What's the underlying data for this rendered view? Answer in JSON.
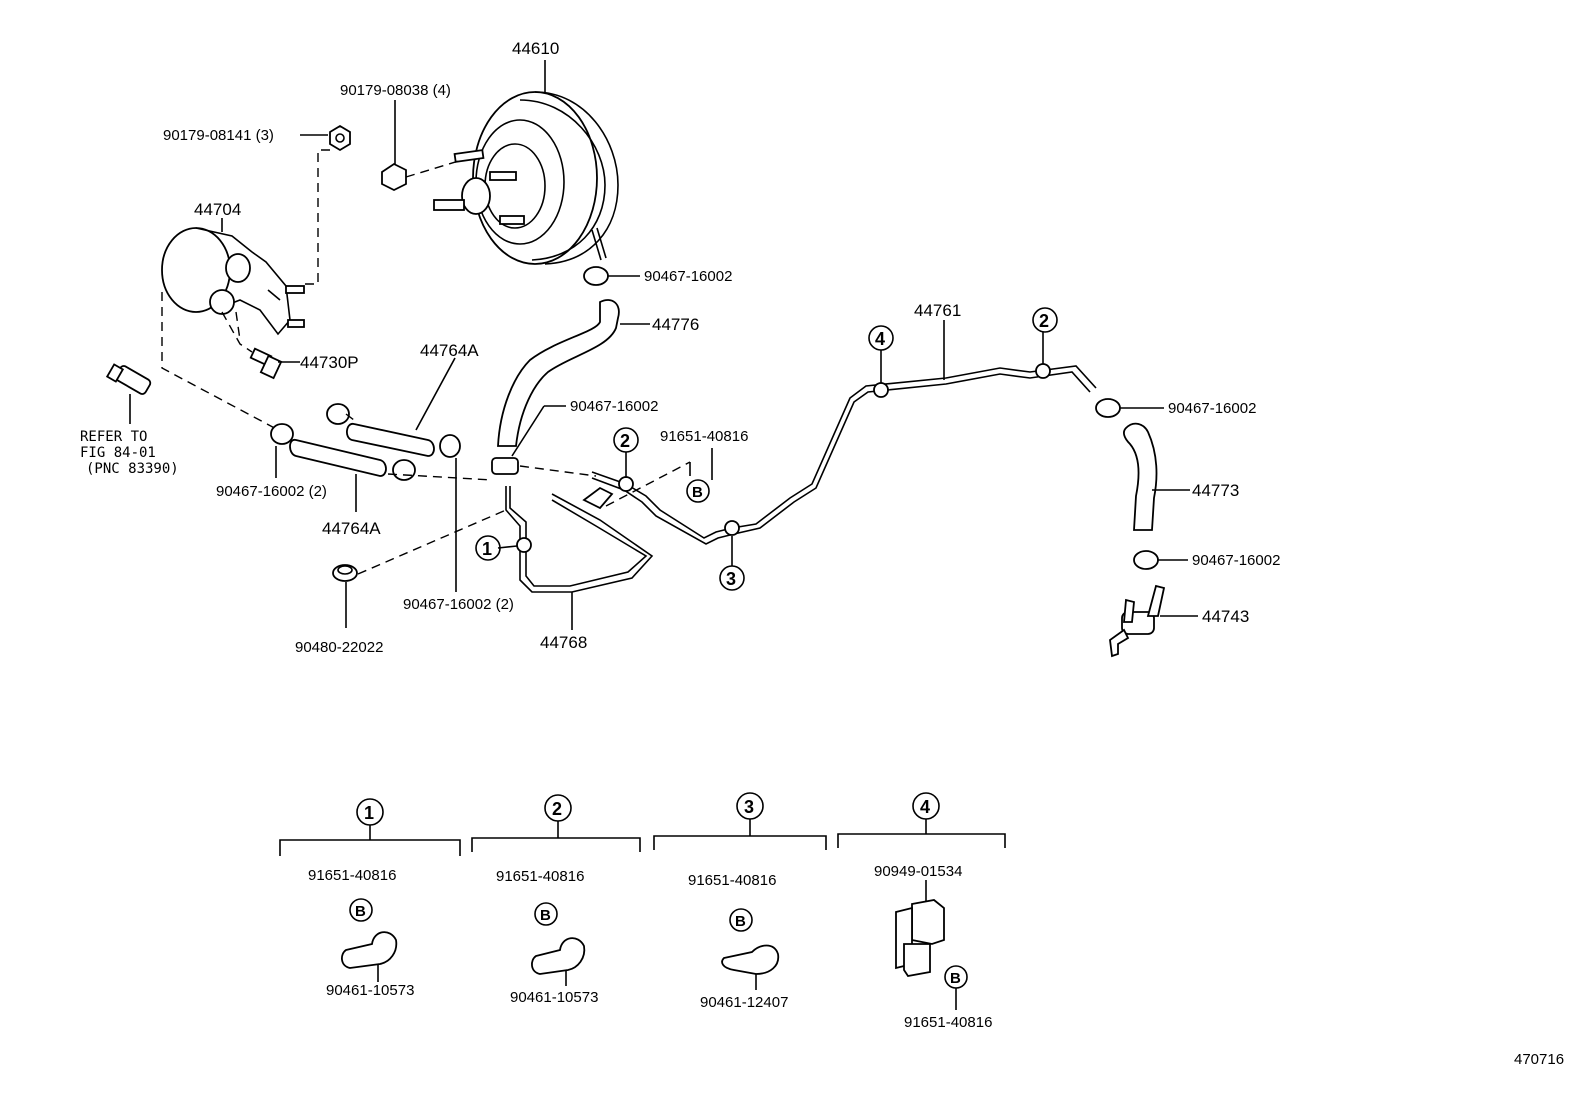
{
  "labels": {
    "booster": "44610",
    "bolt4": "90179-08038 (4)",
    "nut3": "90179-08141 (3)",
    "pump": "44704",
    "valve_44730p": "44730P",
    "refer_line1": "REFER TO",
    "refer_line2": "FIG 84-01",
    "refer_line3": "(PNC 83390)",
    "hose_44764a_top": "44764A",
    "hose_44764a_bottom": "44764A",
    "clamp_left_2": "90467-16002 (2)",
    "clamp_mid_2": "90467-16002 (2)",
    "grommet": "90480-22022",
    "clamp_booster": "90467-16002",
    "hose_44776": "44776",
    "clamp_44776_lower": "90467-16002",
    "bolt_b_top": "91651-40816",
    "tube_44768": "44768",
    "pipe_44761": "44761",
    "clamp_right_top": "90467-16002",
    "hose_44773": "44773",
    "clamp_right_bottom": "90467-16002",
    "valve_44743": "44743",
    "diagram_id": "470716"
  },
  "callouts": [
    "1",
    "2",
    "3",
    "4"
  ],
  "bolt_letter": "B",
  "details": [
    {
      "num": "1",
      "bolt": "91651-40816",
      "clamp": "90461-10573"
    },
    {
      "num": "2",
      "bolt": "91651-40816",
      "clamp": "90461-10573"
    },
    {
      "num": "3",
      "bolt": "91651-40816",
      "clamp": "90461-12407"
    },
    {
      "num": "4",
      "top": "90949-01534",
      "bolt": "91651-40816"
    }
  ]
}
